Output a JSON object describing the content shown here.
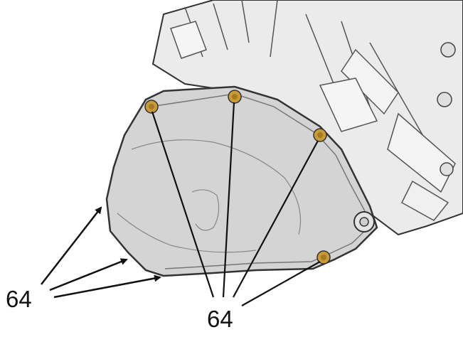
{
  "callouts": {
    "left": "64",
    "bottom": "64"
  },
  "colors": {
    "line": "#333333",
    "cover_fill": "#d4d4d4",
    "housing_fill": "#ebebeb",
    "bolt": "#c99a3a",
    "arrow": "#111111"
  },
  "icons": {
    "bolt": "hex-flange-bolt",
    "arrow": "pointer-arrow"
  }
}
